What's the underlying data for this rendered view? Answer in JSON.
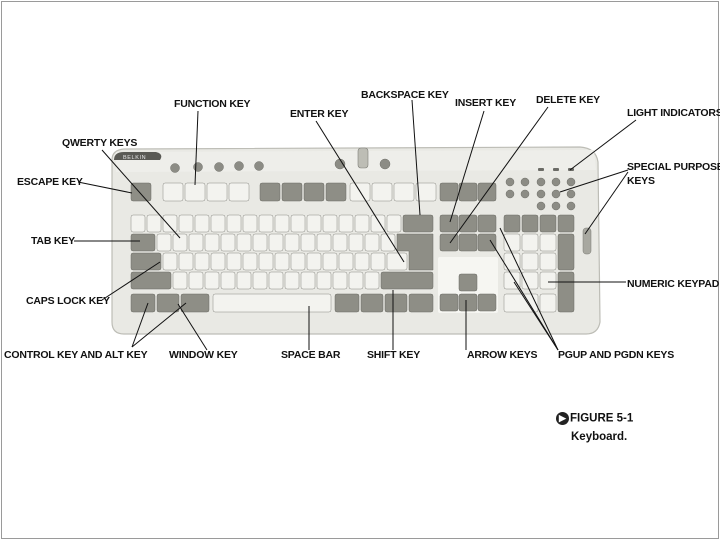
{
  "brand": "BELKIN",
  "callouts": {
    "function_key": "FUNCTION KEY",
    "backspace_key": "BACKSPACE KEY",
    "enter_key": "ENTER KEY",
    "insert_key": "INSERT KEY",
    "delete_key": "DELETE KEY",
    "light_indicators": "LIGHT INDICATORS",
    "qwerty_keys": "QWERTY KEYS",
    "special_purpose_keys_1": "SPECIAL PURPOSE",
    "special_purpose_keys_2": "KEYS",
    "escape_key": "ESCAPE KEY",
    "tab_key": "TAB KEY",
    "numeric_keypad": "NUMERIC KEYPAD",
    "caps_lock_key": "CAPS LOCK KEY",
    "control_alt_key": "CONTROL KEY AND ALT KEY",
    "window_key": "WINDOW KEY",
    "space_bar": "SPACE BAR",
    "shift_key": "SHIFT KEY",
    "arrow_keys": "ARROW KEYS",
    "pgup_pgdn_keys": "PGUP AND PGDN KEYS"
  },
  "figure": {
    "title": "FIGURE 5-1",
    "caption": "Keyboard."
  },
  "colors": {
    "keyboard_body": "#e9e9e4",
    "key_light": "#f3f3ef",
    "key_dark": "#8e8e86",
    "leader_line": "#111111"
  }
}
